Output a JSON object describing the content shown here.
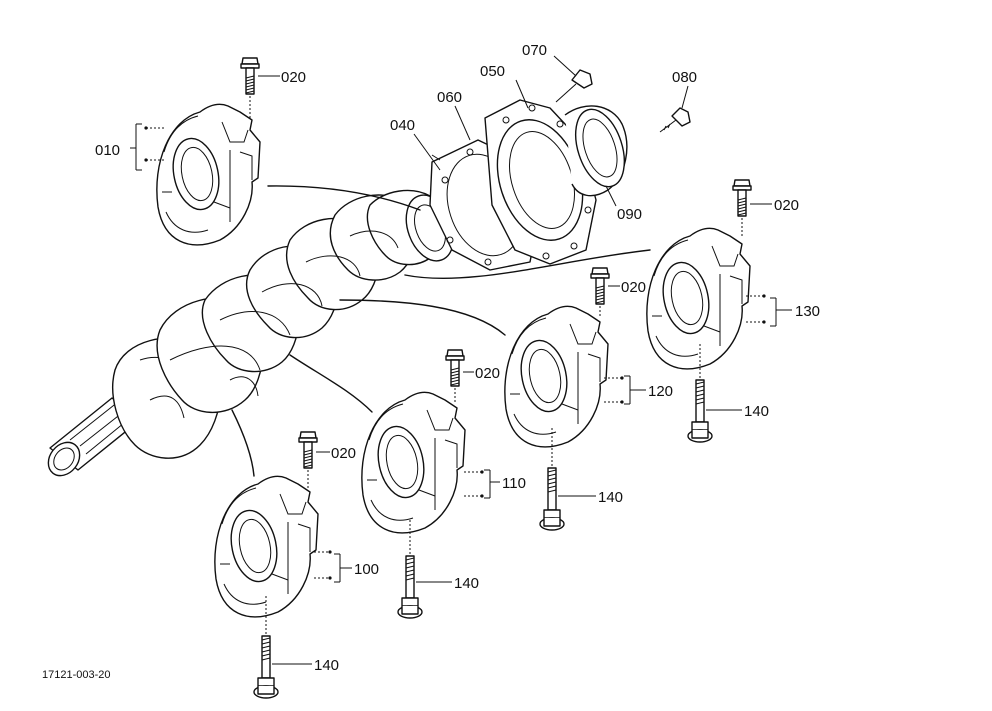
{
  "diagram": {
    "code": "17121-003-20",
    "labels": [
      {
        "id": "p010",
        "text": "010"
      },
      {
        "id": "p020a",
        "text": "020"
      },
      {
        "id": "p020b",
        "text": "020"
      },
      {
        "id": "p020c",
        "text": "020"
      },
      {
        "id": "p020d",
        "text": "020"
      },
      {
        "id": "p020e",
        "text": "020"
      },
      {
        "id": "p040",
        "text": "040"
      },
      {
        "id": "p050",
        "text": "050"
      },
      {
        "id": "p060",
        "text": "060"
      },
      {
        "id": "p070",
        "text": "070"
      },
      {
        "id": "p080",
        "text": "080"
      },
      {
        "id": "p090",
        "text": "090"
      },
      {
        "id": "p100",
        "text": "100"
      },
      {
        "id": "p110",
        "text": "110"
      },
      {
        "id": "p120",
        "text": "120"
      },
      {
        "id": "p130",
        "text": "130"
      },
      {
        "id": "p140a",
        "text": "140"
      },
      {
        "id": "p140b",
        "text": "140"
      },
      {
        "id": "p140c",
        "text": "140"
      },
      {
        "id": "p140d",
        "text": "140"
      }
    ]
  }
}
